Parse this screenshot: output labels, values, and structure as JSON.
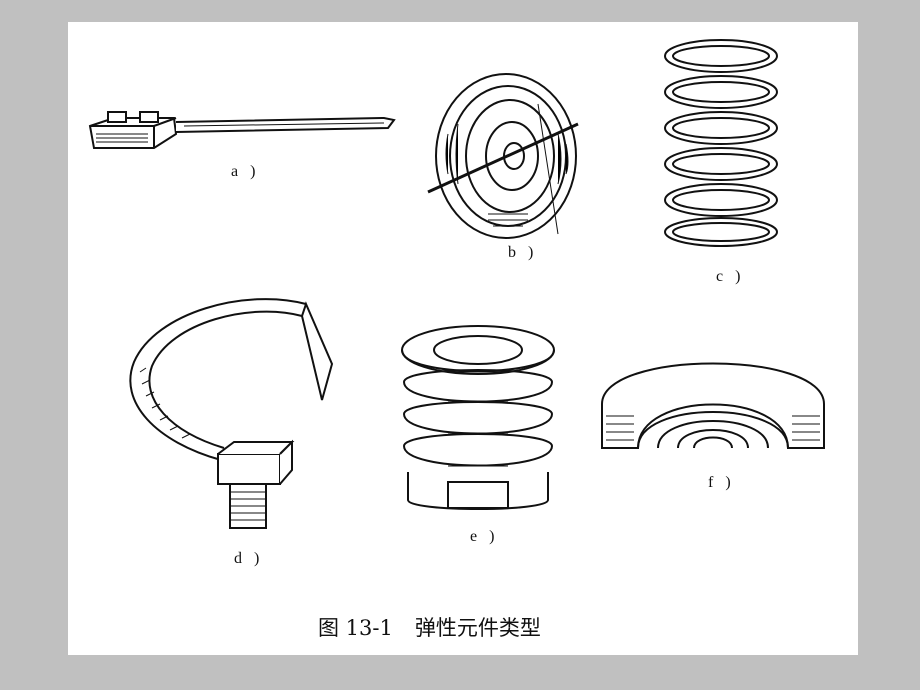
{
  "figure": {
    "caption_number": "图 13-1",
    "caption_title": "弹性元件类型"
  },
  "panels": [
    {
      "id": "a",
      "label": "a )"
    },
    {
      "id": "b",
      "label": "b )"
    },
    {
      "id": "c",
      "label": "c )"
    },
    {
      "id": "d",
      "label": "d )"
    },
    {
      "id": "e",
      "label": "e )"
    },
    {
      "id": "f",
      "label": "f )"
    }
  ]
}
